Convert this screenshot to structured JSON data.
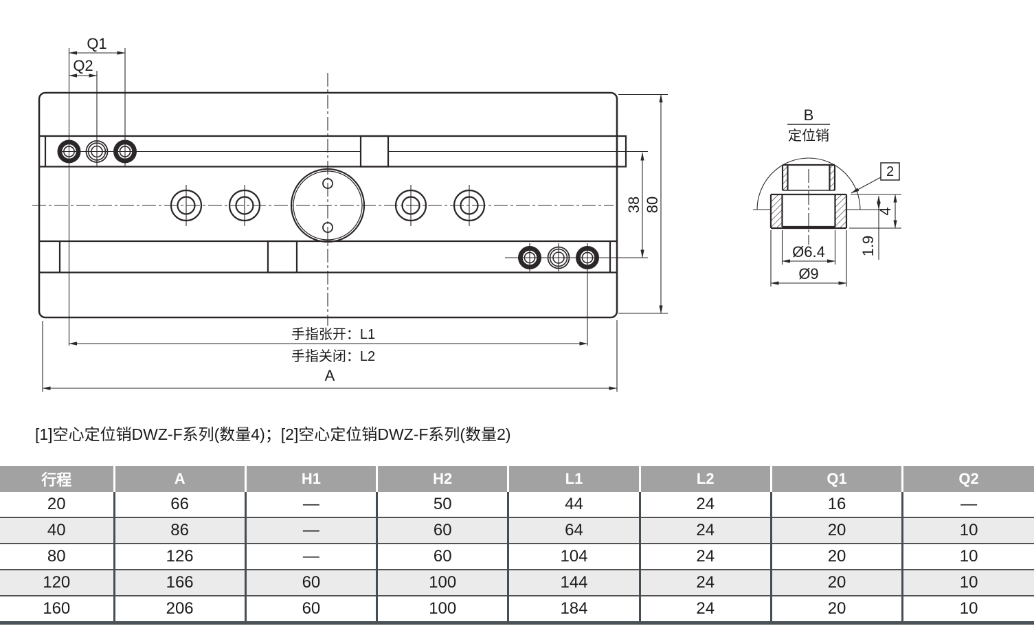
{
  "drawing": {
    "main_view": {
      "q1": "Q1",
      "q2": "Q2",
      "d38": "38",
      "d80": "80",
      "finger_open": "手指张开：L1",
      "finger_close": "手指关闭：L2",
      "a": "A"
    },
    "detail_view": {
      "title": "B",
      "subtitle": "定位销",
      "callout": "2",
      "d4": "4",
      "d19": "1.9",
      "d64": "Ø6.4",
      "d9": "Ø9"
    },
    "note": "[1]空心定位销DWZ-F系列(数量4)；[2]空心定位销DWZ-F系列(数量2)"
  },
  "table": {
    "headers": [
      "行程",
      "A",
      "H1",
      "H2",
      "L1",
      "L2",
      "Q1",
      "Q2"
    ],
    "rows": [
      [
        "20",
        "66",
        "—",
        "50",
        "44",
        "24",
        "16",
        "—"
      ],
      [
        "40",
        "86",
        "—",
        "60",
        "64",
        "24",
        "20",
        "10"
      ],
      [
        "80",
        "126",
        "—",
        "60",
        "104",
        "24",
        "20",
        "10"
      ],
      [
        "120",
        "166",
        "60",
        "100",
        "144",
        "24",
        "20",
        "10"
      ],
      [
        "160",
        "206",
        "60",
        "100",
        "184",
        "24",
        "20",
        "10"
      ]
    ]
  },
  "colors": {
    "line": "#2b2627",
    "text": "#1b1b1b",
    "header_bg": "#a2a2a2",
    "header_text": "#ffffff",
    "row_alt_bg": "#ebebeb",
    "cell_divider": "#454d54",
    "row_separator": "#515151",
    "table_bottom_border": "#4b5257"
  }
}
